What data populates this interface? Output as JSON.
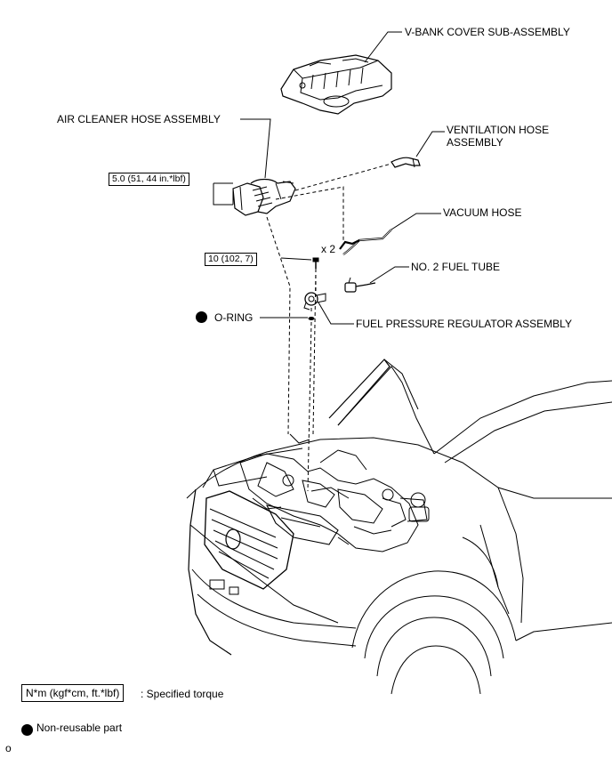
{
  "labels": {
    "v_bank_cover": "V-BANK COVER SUB-ASSEMBLY",
    "air_cleaner_hose": "AIR CLEANER HOSE ASSEMBLY",
    "ventilation_hose_line1": "VENTILATION HOSE",
    "ventilation_hose_line2": "ASSEMBLY",
    "vacuum_hose": "VACUUM HOSE",
    "quantity": "x 2",
    "no2_fuel_tube": "NO. 2 FUEL TUBE",
    "o_ring": "O-RING",
    "fuel_pressure_regulator": "FUEL PRESSURE REGULATOR ASSEMBLY"
  },
  "torques": {
    "air_cleaner_hose": "5.0 (51, 44 in.*lbf)",
    "regulator_bolt": "10 (102, 7)"
  },
  "legend": {
    "torque_box": "N*m (kgf*cm, ft.*lbf)",
    "torque_desc": ": Specified torque",
    "non_reusable_desc": "Non-reusable part"
  },
  "footer": {
    "corner_mark": "o"
  }
}
